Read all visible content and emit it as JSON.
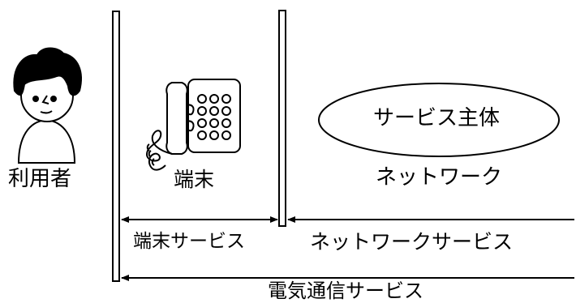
{
  "labels": {
    "user": "利用者",
    "terminal": "端末",
    "service_entity": "サービス主体",
    "network": "ネットワーク",
    "terminal_service": "端末サービス",
    "network_service": "ネットワークサービス",
    "telecom_service": "電気通信サービス"
  },
  "icons": {
    "person": "person-icon",
    "telephone": "telephone-icon"
  },
  "colors": {
    "line": "#000000",
    "background": "#ffffff"
  }
}
